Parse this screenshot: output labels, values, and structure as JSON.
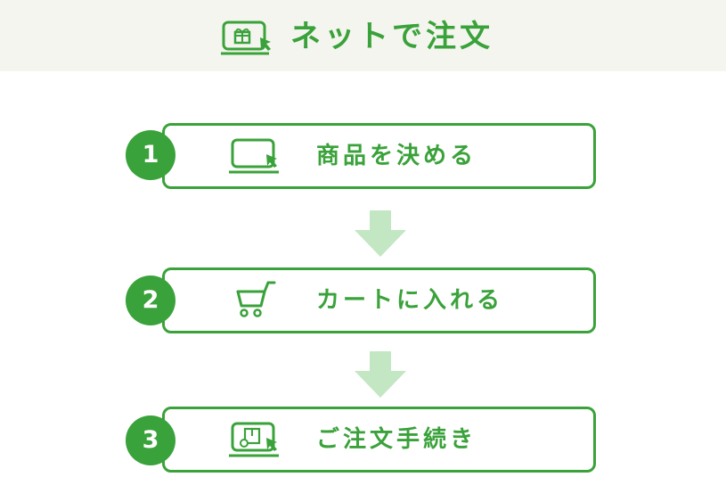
{
  "header": {
    "title": "ネットで注文",
    "icon": "laptop-gift-icon"
  },
  "steps": [
    {
      "number": "1",
      "label": "商品を決める",
      "icon": "laptop-cursor-icon"
    },
    {
      "number": "2",
      "label": "カートに入れる",
      "icon": "shopping-cart-icon"
    },
    {
      "number": "3",
      "label": "ご注文手続き",
      "icon": "laptop-package-icon"
    }
  ],
  "colors": {
    "accent": "#3aa23a",
    "arrow": "#c3e6c3",
    "header_bg": "#f5f5ef"
  }
}
